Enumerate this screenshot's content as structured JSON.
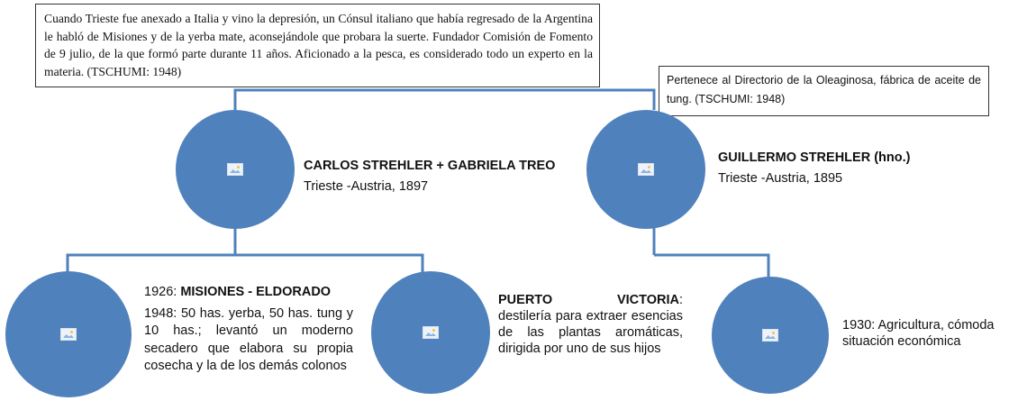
{
  "notes": {
    "strehler_note": "Cuando Trieste fue anexado a Italia y vino la depresión, un Cónsul italiano que había regresado de la Argentina le habló de Misiones y de la yerba mate, aconsejándole que probara la suerte. Fundador Comisión de Fomento de 9 julio, de la que formó parte durante 11 años. Aficionado a la pesca, es considerado todo un experto en la materia. (TSCHUMI: 1948)",
    "guillermo_note": "Pertenece al Directorio de la Oleaginosa, fábrica de aceite de tung. (TSCHUMI: 1948)"
  },
  "nodes": {
    "carlos": {
      "name": "CARLOS STREHLER + GABRIELA TREO",
      "origin": "Trieste -Austria, 1897"
    },
    "guillermo": {
      "name": "GUILLERMO STREHLER (hno.)",
      "origin": "Trieste -Austria, 1895"
    },
    "misiones": {
      "year": "1926: ",
      "title": "MISIONES - ELDORADO",
      "text": "1948: 50 has. yerba, 50 has. tung y 10 has.; levantó un moderno secadero que elabora su propia cosecha y la de los demás colonos"
    },
    "puerto": {
      "title": "PUERTO VICTORIA",
      "colon": ":",
      "text": "destilería para extraer esencias de las plantas aromáticas, dirigida por uno de sus hijos"
    },
    "agricultura": {
      "text": "1930: Agricultura, cómoda situación económica"
    }
  }
}
